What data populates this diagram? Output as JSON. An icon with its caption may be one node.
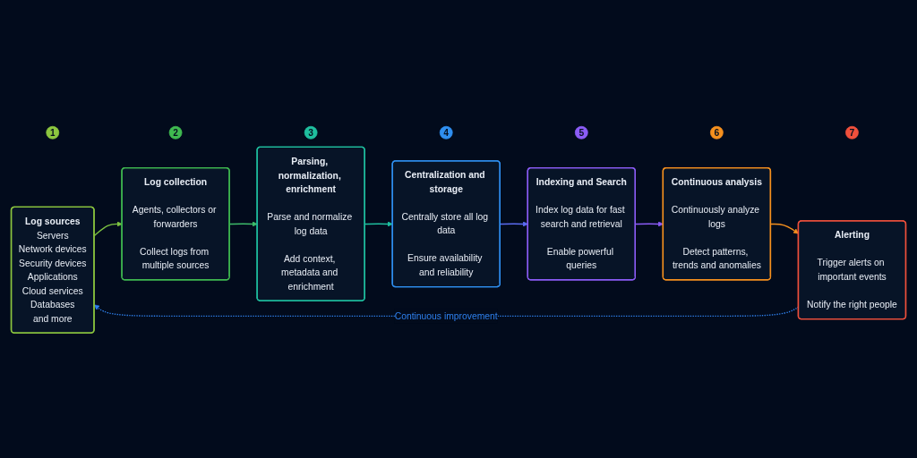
{
  "diagram": {
    "nodes": [
      {
        "text": [
          "1"
        ]
      },
      {
        "text": [
          "Log sources",
          "Servers",
          "Network devices",
          "Security devices",
          "Applications",
          "Cloud services",
          "Databases",
          "and more"
        ]
      },
      {
        "text": [
          "2"
        ]
      },
      {
        "text": [
          "Log collection",
          "Agents, collectors or forwarders",
          "Collect logs from multiple sources"
        ]
      },
      {
        "text": [
          "3"
        ]
      },
      {
        "text": [
          "Parsing, normalization, enrichment",
          "Parse and normalize log data",
          "Add context, metadata and enrichment"
        ]
      },
      {
        "text": [
          "4"
        ]
      },
      {
        "text": [
          "Centralization and storage",
          "Centrally store all log data",
          "Ensure availability and reliability"
        ]
      },
      {
        "text": [
          "5"
        ]
      },
      {
        "text": [
          "Indexing and Search",
          "Index log data for fast search and retrieval",
          "Enable powerful queries"
        ]
      },
      {
        "text": [
          "6"
        ]
      },
      {
        "text": [
          "Continuous analysis",
          "Continuously analyze logs",
          "Detect patterns, trends and anomalies"
        ]
      },
      {
        "text": [
          "7"
        ]
      },
      {
        "text": [
          "Alerting",
          "Trigger alerts on important events",
          "Notify the right people"
        ]
      }
    ],
    "edges": [
      {
        "from": 1,
        "to": 3,
        "arrow": "to",
        "color": "#7cc242"
      },
      {
        "from": 3,
        "to": 5,
        "arrow": "to",
        "color": "#3dbb6a"
      },
      {
        "from": 5,
        "to": 7,
        "arrow": "to",
        "color": "#1fbf9f"
      },
      {
        "from": 7,
        "to": 9,
        "arrow": "to",
        "color": "#5b6cf0"
      },
      {
        "from": 9,
        "to": 11,
        "arrow": "to",
        "color": "#8b5cf6"
      },
      {
        "from": 11,
        "to": 13,
        "arrow": "to",
        "color": "#f5901e"
      },
      {
        "from": 13,
        "to": 1,
        "arrow": "to",
        "label": "Continuous improvement",
        "style": "dashed",
        "color": "#2f80ed"
      }
    ]
  }
}
